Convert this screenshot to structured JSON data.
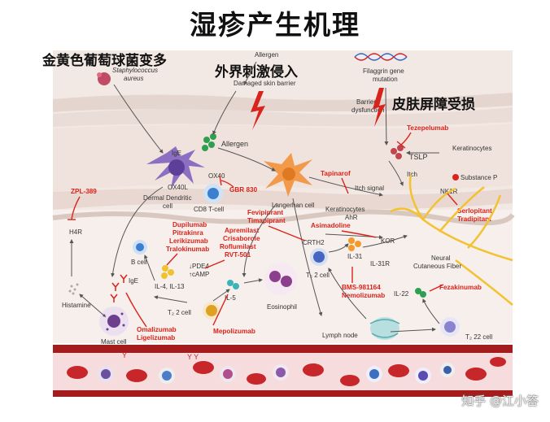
{
  "title": "湿疹产生机理",
  "callouts": {
    "staph": "金黄色葡萄球菌变多",
    "stimulus": "外界刺激侵入",
    "barrier_damage": "皮肤屏障受损"
  },
  "labels": {
    "staph_line1": "Staphylococcus",
    "staph_line2": "aureus",
    "allergen_top": "Allergen",
    "damaged_barrier": "Damaged skin barrier",
    "filaggrin_line1": "Filaggrin gene",
    "filaggrin_line2": "mutation",
    "barrier_dys_line1": "Barrier",
    "barrier_dys_line2": "dysfunction",
    "allergen": "Allergen",
    "ige_top": "IgE",
    "ox40l": "OX40L",
    "ox40": "OX40",
    "ddc_line1": "Dermal Dendritic",
    "ddc_line2": "cell",
    "cd8": "CD8 T-cell",
    "langerhans": "Langerhan cell",
    "tslp": "TSLP",
    "keratinocytes": "Keratinocytes",
    "keratinocytes2": "Keratinocytes",
    "itch": "Itch",
    "itch_signal": "Itch signal",
    "substance_p": "Substance P",
    "nk1r": "NK1R",
    "ahr": "AhR",
    "h4r": "H4R",
    "crth2": "CRTH2",
    "kor": "KOR",
    "bcell": "B cell",
    "pde4": "↓PDE4",
    "camp": "↑cAMP",
    "il4": "IL-4, IL-13",
    "il31": "IL-31",
    "il31r": "IL-31R",
    "neural_line1": "Neural",
    "neural_line2": "Cutaneous Fiber",
    "th2cell": "T₂ 2 cell",
    "il5": "IL-5",
    "eosinophil": "Eosinophil",
    "ige": "IgE",
    "histamine": "Histamine",
    "th2cell_low": "T₂ 2 cell",
    "mast": "Mast cell",
    "lymph": "Lymph node",
    "il22": "IL-22",
    "th22": "T₂ 22 cell"
  },
  "drugs": {
    "tezepelumab": "Tezepelumab",
    "gbr": "GBR 830",
    "tapinarof": "Tapinarof",
    "zpl": "ZPL-389",
    "fevipiprant": "Fevipiprant",
    "timapiprant": "Timapiprant",
    "asimadoline": "Asimadoline",
    "serlopitant": "Serlopitant",
    "tradipitant": "Tradipitant",
    "dupilumab": "Dupilumab",
    "pitrakinra": "Pitrakinra",
    "lerikizumab": "Lerikizumab",
    "tralokinumab": "Tralokinumab",
    "apremilast": "Apremilast",
    "crisaborole": "Crisaborole",
    "roflumilast": "Roflumilast",
    "rvt": "RVT-501",
    "bms_line1": "BMS-981164",
    "bms_line2": "Nemolizumab",
    "fezakinumab": "Fezakinumab",
    "omalizumab": "Omalizumab",
    "ligelizumab": "Ligelizumab",
    "mepolizumab": "Mepolizumab"
  },
  "watermark": "知乎 @江小答",
  "colors": {
    "drug": "#d8241c",
    "vessel": "#a51c1c",
    "skin": "#f1e6e0"
  }
}
